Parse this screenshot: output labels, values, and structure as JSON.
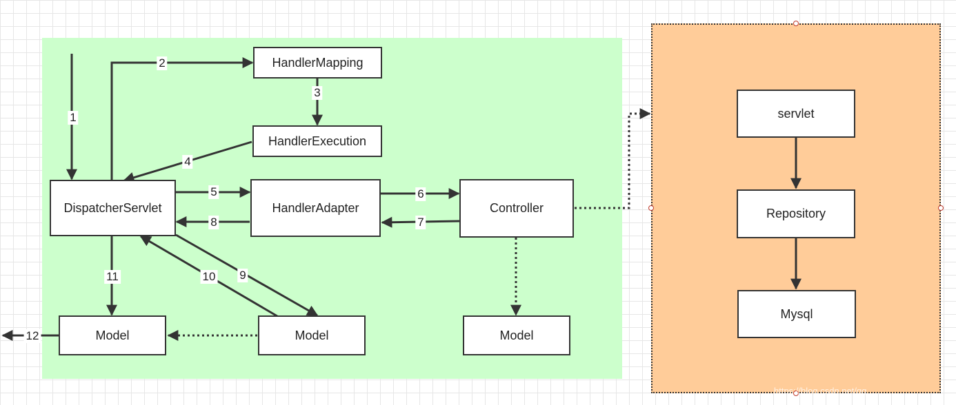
{
  "nodes": {
    "handler_mapping": "HandlerMapping",
    "handler_execution": "HandlerExecution",
    "dispatcher_servlet": "DispatcherServlet",
    "handler_adapter": "HandlerAdapter",
    "controller": "Controller",
    "model_left": "Model",
    "model_mid": "Model",
    "model_right": "Model",
    "servlet": "servlet",
    "repository": "Repository",
    "mysql": "Mysql"
  },
  "edges": {
    "e1": "1",
    "e2": "2",
    "e3": "3",
    "e4": "4",
    "e5": "5",
    "e6": "6",
    "e7": "7",
    "e8": "8",
    "e9": "9",
    "e10": "10",
    "e11": "11",
    "e12": "12"
  },
  "watermark": "https://blog.csdn.net/qq_...",
  "colors": {
    "green_region": "#ccffcc",
    "orange_region": "#ffcc99",
    "stroke": "#333333"
  }
}
